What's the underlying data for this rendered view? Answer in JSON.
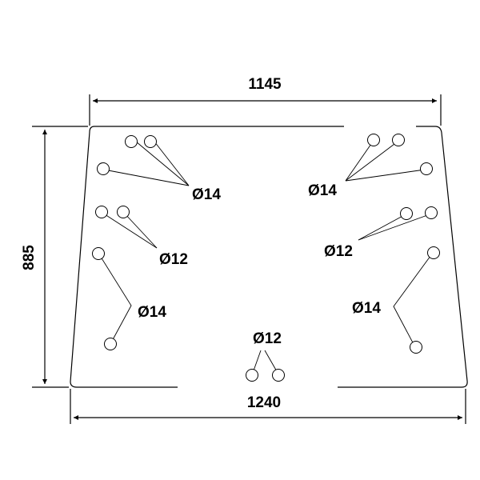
{
  "dimensions": {
    "top_width": "1145",
    "bottom_width": "1240",
    "height": "885"
  },
  "callouts": {
    "upper_left": "Ø14",
    "upper_right": "Ø14",
    "middle_left": "Ø12",
    "middle_right": "Ø12",
    "lower_left": "Ø14",
    "lower_right": "Ø14",
    "bottom_center": "Ø12"
  }
}
